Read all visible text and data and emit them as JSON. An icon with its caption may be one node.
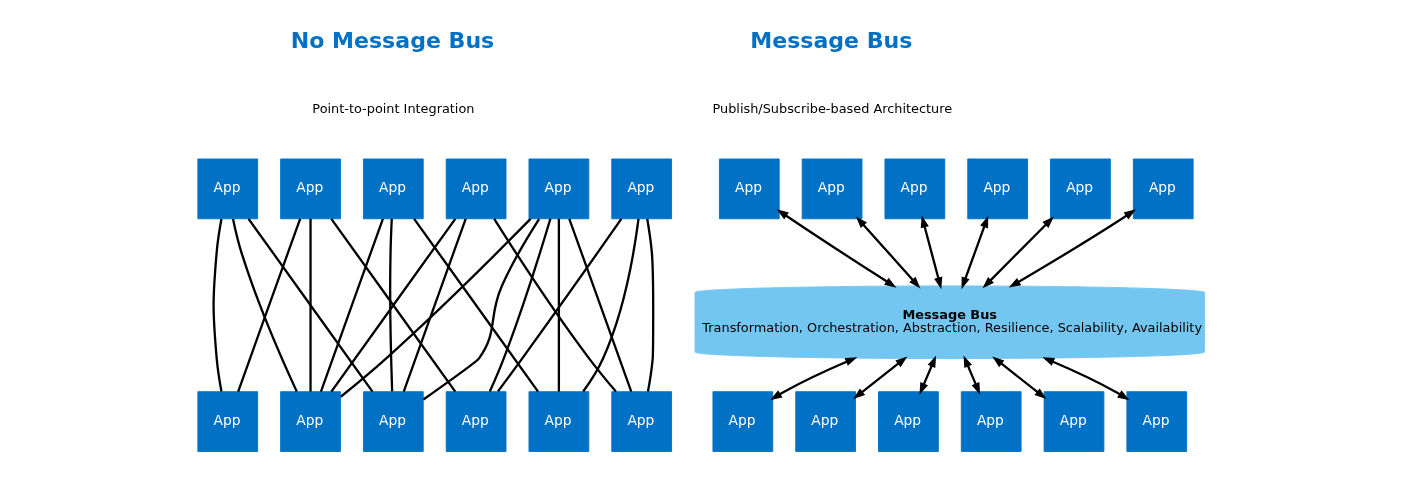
{
  "diagram": {
    "nodes": [
      {
        "text": [
          "App"
        ]
      },
      {
        "text": [
          "App"
        ]
      },
      {
        "text": [
          "App"
        ]
      },
      {
        "text": [
          "App"
        ]
      },
      {
        "text": [
          "App"
        ]
      },
      {
        "text": [
          "App"
        ]
      },
      {
        "text": [
          "App"
        ]
      },
      {
        "text": [
          "App"
        ]
      },
      {
        "text": [
          "App"
        ]
      },
      {
        "text": [
          "App"
        ]
      },
      {
        "text": [
          "App"
        ]
      },
      {
        "text": [
          "App"
        ]
      },
      {
        "text": [
          "App"
        ]
      },
      {
        "text": [
          "App"
        ]
      },
      {
        "text": [
          "App"
        ]
      },
      {
        "text": [
          "App"
        ]
      },
      {
        "text": [
          "App"
        ]
      },
      {
        "text": [
          "App"
        ]
      },
      {
        "text": [
          "Message Bus",
          "Transformation, Orchestration, Abstraction, Resilience, Scalability, Availability"
        ]
      },
      {
        "text": [
          "App"
        ]
      },
      {
        "text": [
          "App"
        ]
      },
      {
        "text": [
          "App"
        ]
      },
      {
        "text": [
          "App"
        ]
      },
      {
        "text": [
          "App"
        ]
      },
      {
        "text": [
          "App"
        ]
      }
    ],
    "edges": [
      {
        "from": 0,
        "to": 6,
        "arrow": "none"
      },
      {
        "from": 0,
        "to": 7,
        "arrow": "none"
      },
      {
        "from": 0,
        "to": 11,
        "arrow": "none"
      },
      {
        "from": 1,
        "to": 6,
        "arrow": "none"
      },
      {
        "from": 1,
        "to": 7,
        "arrow": "none"
      },
      {
        "from": 1,
        "to": 8,
        "arrow": "none"
      },
      {
        "from": 2,
        "to": 6,
        "arrow": "none"
      },
      {
        "from": 2,
        "to": 8,
        "arrow": "none"
      },
      {
        "from": 2,
        "to": 9,
        "arrow": "none"
      },
      {
        "from": 3,
        "to": 6,
        "arrow": "none"
      },
      {
        "from": 3,
        "to": 8,
        "arrow": "none"
      },
      {
        "from": 3,
        "to": 10,
        "arrow": "none"
      },
      {
        "from": 4,
        "to": 6,
        "arrow": "none"
      },
      {
        "from": 4,
        "to": 8,
        "arrow": "none"
      },
      {
        "from": 4,
        "to": 9,
        "arrow": "none"
      },
      {
        "from": 4,
        "to": 10,
        "arrow": "none"
      },
      {
        "from": 4,
        "to": 11,
        "arrow": "none"
      },
      {
        "from": 5,
        "to": 9,
        "arrow": "none"
      },
      {
        "from": 5,
        "to": 10,
        "arrow": "none"
      },
      {
        "from": 5,
        "to": 11,
        "arrow": "none"
      },
      {
        "from": 12,
        "to": 18,
        "arrow": "both"
      },
      {
        "from": 13,
        "to": 18,
        "arrow": "both"
      },
      {
        "from": 14,
        "to": 18,
        "arrow": "both"
      },
      {
        "from": 15,
        "to": 18,
        "arrow": "both"
      },
      {
        "from": 16,
        "to": 18,
        "arrow": "both"
      },
      {
        "from": 17,
        "to": 18,
        "arrow": "both"
      },
      {
        "from": 18,
        "to": 19,
        "arrow": "both"
      },
      {
        "from": 18,
        "to": 20,
        "arrow": "both"
      },
      {
        "from": 18,
        "to": 21,
        "arrow": "both"
      },
      {
        "from": 18,
        "to": 22,
        "arrow": "both"
      },
      {
        "from": 18,
        "to": 23,
        "arrow": "both"
      },
      {
        "from": 18,
        "to": 24,
        "arrow": "both"
      }
    ],
    "labels": [
      "No Message Bus",
      "Point-to-point Integration",
      "Message Bus",
      "Publish/Subscribe-based Architecture"
    ]
  }
}
